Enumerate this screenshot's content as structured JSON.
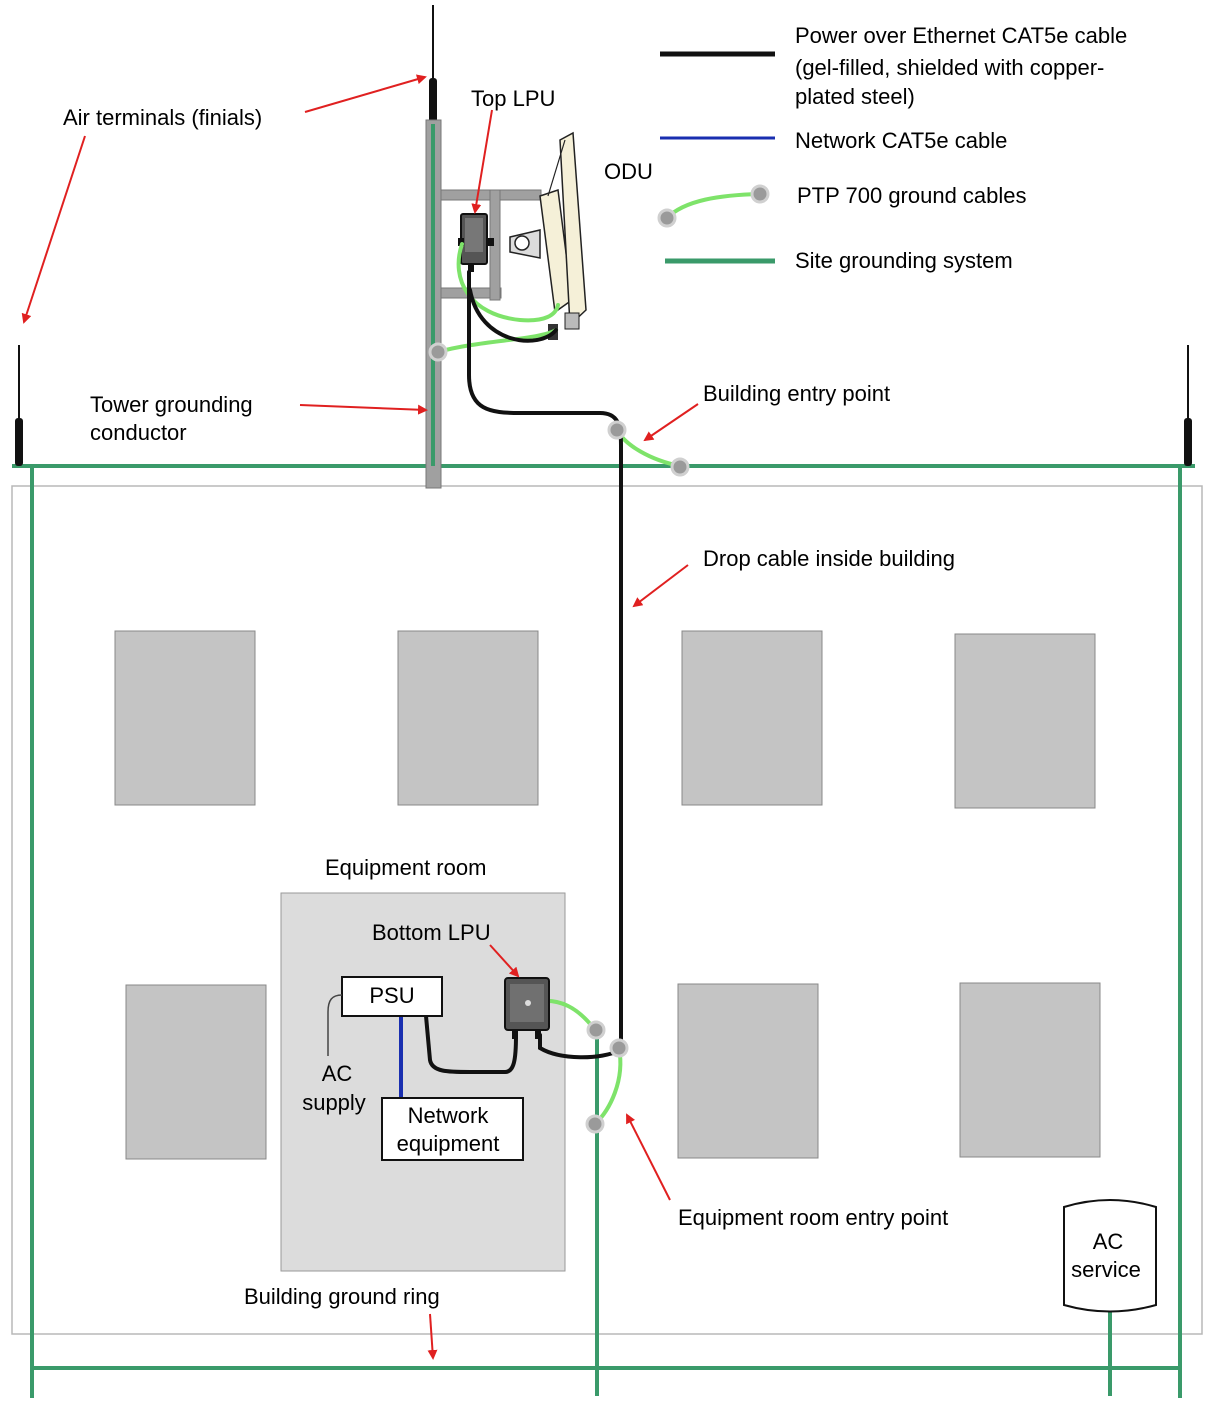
{
  "legend": {
    "poe_cable_line1": "Power over Ethernet CAT5e cable",
    "poe_cable_line2": "(gel-filled, shielded with copper-",
    "poe_cable_line3": "plated steel)",
    "network_cable": "Network CAT5e cable",
    "ground_cables": "PTP 700 ground cables",
    "site_grounding": "Site grounding system"
  },
  "labels": {
    "air_terminals": "Air terminals (finials)",
    "top_lpu": "Top LPU",
    "odu": "ODU",
    "tower_grounding_line1": "Tower grounding",
    "tower_grounding_line2": "conductor",
    "building_entry_point": "Building entry point",
    "drop_cable": "Drop cable inside building",
    "equipment_room": "Equipment room",
    "bottom_lpu": "Bottom LPU",
    "psu": "PSU",
    "ac_supply_line1": "AC",
    "ac_supply_line2": "supply",
    "network_equipment_line1": "Network",
    "network_equipment_line2": "equipment",
    "equipment_room_entry_point": "Equipment room entry point",
    "ac_service_line1": "AC",
    "ac_service_line2": "service",
    "building_ground_ring": "Building ground ring"
  },
  "colors": {
    "poe_cable": "#111111",
    "network_cable": "#1a2fb0",
    "ground_cable": "#7ee36a",
    "site_grounding": "#3a9a6a",
    "arrow": "#e02020",
    "window": "#c4c4c4",
    "equipment_room": "#dcdcdc",
    "building_outline": "#b8b8b8"
  }
}
